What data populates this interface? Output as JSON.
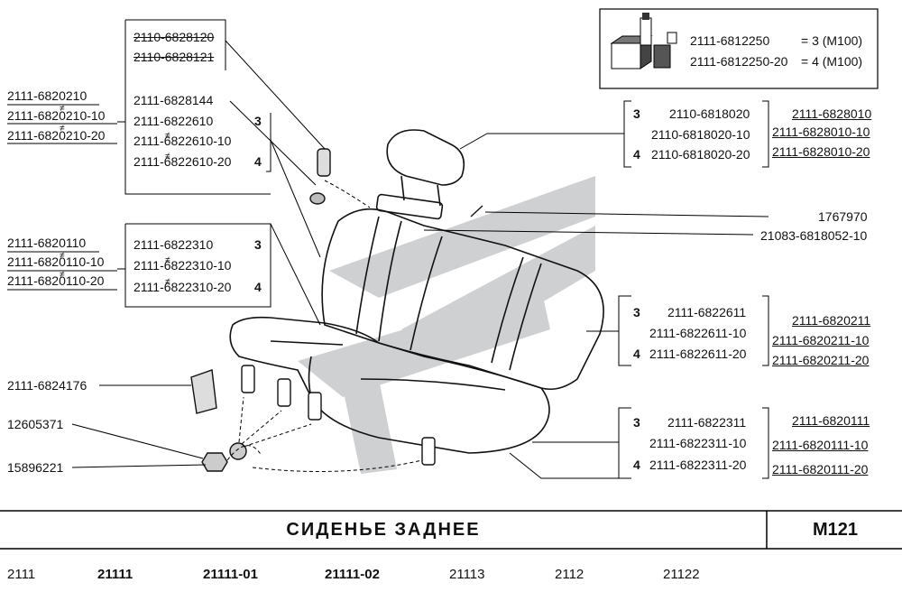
{
  "box_top": {
    "line1_label": "2111-6812250",
    "line1_eq": "= 3 (M100)",
    "line2_label": "2111-6812250-20",
    "line2_eq": "= 4 (M100)"
  },
  "left_col": {
    "g1": [
      "2111-6820210",
      "2111-6820210-10",
      "2111-6820210-20"
    ],
    "g2": [
      "2111-6820110",
      "2111-6820110-10",
      "2111-6820110-20"
    ],
    "p1": "2111-6824176",
    "p2": "12605371",
    "p3": "15896221"
  },
  "center_col": {
    "strike": [
      "2110-6828120",
      "2110-6828121"
    ],
    "bracket1": [
      "2111-6828144",
      "2111-6822610",
      "2111-6822610-10",
      "2111-6822610-20"
    ],
    "bracket1_nums": [
      "3",
      "4"
    ],
    "bracket2": [
      "2111-6822310",
      "2111-6822310-10",
      "2111-6822310-20"
    ],
    "bracket2_nums": [
      "3",
      "4"
    ]
  },
  "right_col": {
    "headrest": [
      "2110-6818020",
      "2110-6818020-10",
      "2110-6818020-20"
    ],
    "headrest_nums": [
      "3",
      "4"
    ],
    "headrest_alt": [
      "2111-6828010",
      "2111-6828010-10",
      "2111-6828010-20"
    ],
    "p_1767970": "1767970",
    "p_21083": "21083-6818052-10",
    "back": [
      "2111-6822611",
      "2111-6822611-10",
      "2111-6822611-20"
    ],
    "back_nums": [
      "3",
      "4"
    ],
    "back_alt": [
      "2111-6820211",
      "2111-6820211-10",
      "2111-6820211-20"
    ],
    "cushion": [
      "2111-6822311",
      "2111-6822311-10",
      "2111-6822311-20"
    ],
    "cushion_nums": [
      "3",
      "4"
    ],
    "cushion_alt": [
      "2111-6820111",
      "2111-6820111-10",
      "2111-6820111-20"
    ]
  },
  "neq": "≠",
  "footer": {
    "title": "СИДЕНЬЕ ЗАДНЕЕ",
    "code": "M121",
    "models": [
      "2111",
      "21111",
      "21111-01",
      "21111-02",
      "21113",
      "2112",
      "21122"
    ]
  }
}
